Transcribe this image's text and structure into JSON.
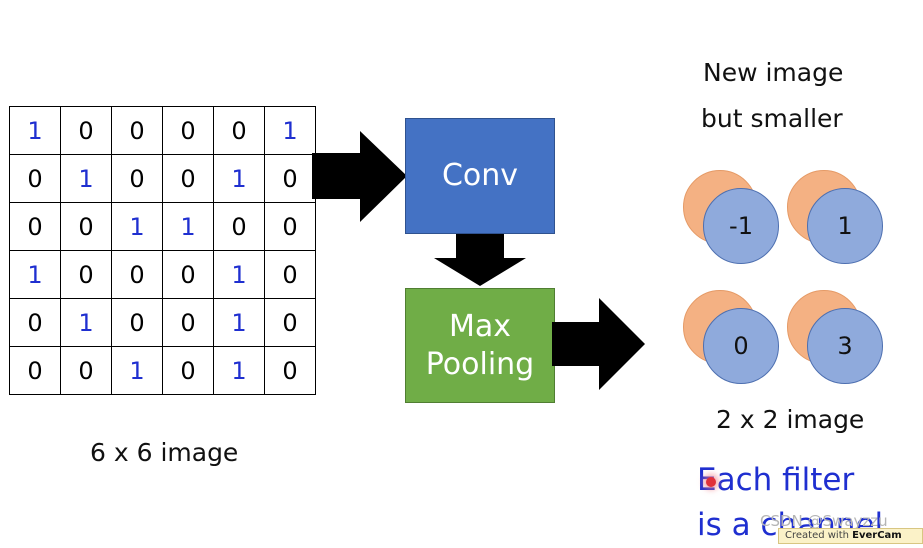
{
  "matrix": [
    [
      "1",
      "0",
      "0",
      "0",
      "0",
      "1"
    ],
    [
      "0",
      "1",
      "0",
      "0",
      "1",
      "0"
    ],
    [
      "0",
      "0",
      "1",
      "1",
      "0",
      "0"
    ],
    [
      "1",
      "0",
      "0",
      "0",
      "1",
      "0"
    ],
    [
      "0",
      "1",
      "0",
      "0",
      "1",
      "0"
    ],
    [
      "0",
      "0",
      "1",
      "0",
      "1",
      "0"
    ]
  ],
  "captions": {
    "input": "6 x 6 image",
    "output_title_line1": "New image",
    "output_title_line2": "but smaller",
    "output": "2 x 2 image"
  },
  "boxes": {
    "conv": "Conv",
    "pool_line1": "Max",
    "pool_line2": "Pooling"
  },
  "output_values": [
    "-1",
    "1",
    "0",
    "3"
  ],
  "note": {
    "line1": "Each filter",
    "line2": "is a channel"
  },
  "watermark": "CSDN @Swayzzu",
  "evercam": {
    "prefix": "Created with ",
    "brand": "EverCam"
  },
  "colors": {
    "one_digit": "#1f2fd0",
    "conv": "#4472c4",
    "pool": "#70ad47",
    "circle_front": "#8faadc",
    "circle_back": "#f4b183"
  }
}
